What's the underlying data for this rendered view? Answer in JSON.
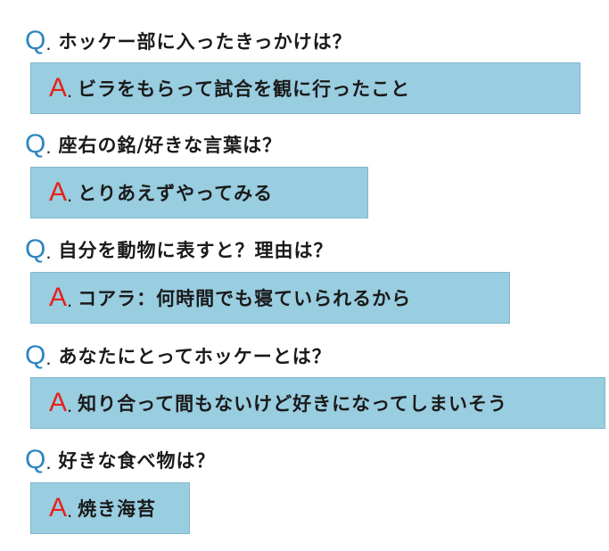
{
  "q_mark": "Q",
  "a_mark": "A",
  "dot": ".",
  "colors": {
    "q_mark": "#2e86c1",
    "a_mark": "#e6211c",
    "answer_box": "#99cde0",
    "text": "#1a1a1a"
  },
  "items": [
    {
      "question": "ホッケー部に入ったきっかけは？",
      "answer": "ビラをもらって試合を観に行ったこと"
    },
    {
      "question": "座右の銘/好きな言葉は？",
      "answer": "とりあえずやってみる"
    },
    {
      "question": "自分を動物に表すと？理由は？",
      "answer": "コアラ：何時間でも寝ていられるから"
    },
    {
      "question": "あなたにとってホッケーとは？",
      "answer": "知り合って間もないけど好きになってしまいそう"
    },
    {
      "question": "好きな食べ物は？",
      "answer": "焼き海苔"
    }
  ]
}
